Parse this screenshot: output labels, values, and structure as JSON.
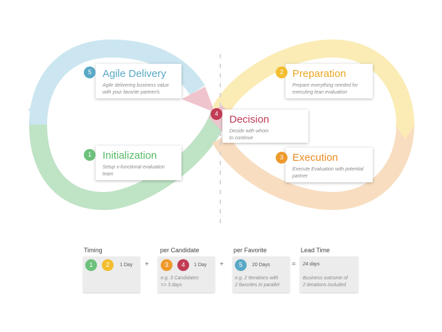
{
  "colors": {
    "blue": "#5aa8c6",
    "yellow": "#f2be2e",
    "red": "#c13b55",
    "orange": "#ee9a2b",
    "green": "#6cc17b"
  },
  "steps": {
    "agile_delivery": {
      "number": "5",
      "title": "Agile Delivery",
      "desc": "Agile delivering business value\nwith your favorite partner/s"
    },
    "preparation": {
      "number": "2",
      "title": "Preparation",
      "desc": "Prepare everything needed for\nexecuting lean evaluation"
    },
    "decision": {
      "number": "4",
      "title": "Decision",
      "desc": "Decide with whom\nto continue"
    },
    "initialization": {
      "number": "1",
      "title": "Initialization",
      "desc": "Setup x-functional evaluation\nteam"
    },
    "execution": {
      "number": "3",
      "title": "Execution",
      "desc": "Execute Evaluation with potential\npartner"
    }
  },
  "timing": {
    "timing_label": "Timing",
    "per_candidate_label": "per Candidate",
    "per_favorite_label": "per Favorite",
    "lead_time_label": "Lead Time",
    "box1": {
      "badges": [
        "1",
        "2"
      ],
      "duration": "1 Day"
    },
    "box2": {
      "badges": [
        "3",
        "4"
      ],
      "duration": "1 Day",
      "example": "e.g. 3 Candidates\n=> 3 days"
    },
    "box3": {
      "badges": [
        "5"
      ],
      "duration": "20 Days",
      "example": "e.g. 2 Iterations with\n2 favorites in parallel"
    },
    "box4": {
      "duration": "24 days",
      "example": "Business outcome of\n2 iterations included"
    },
    "op_plus": "+",
    "op_equals": "="
  }
}
